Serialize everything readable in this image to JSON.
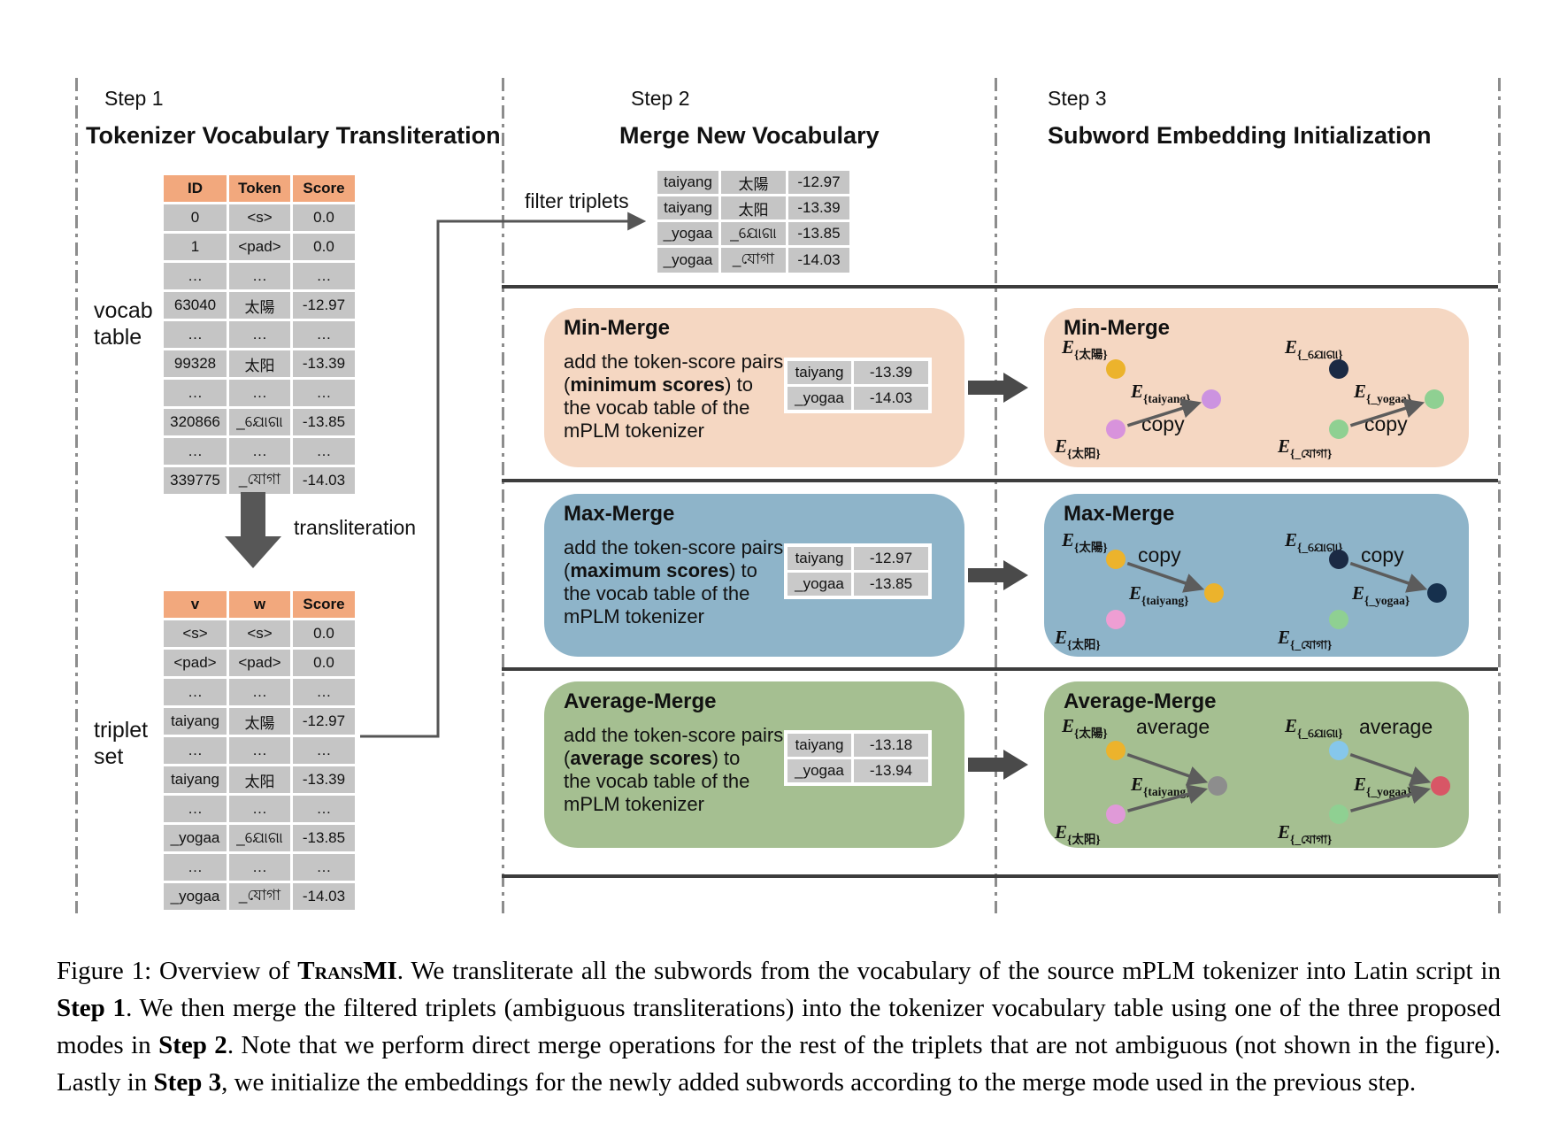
{
  "steps": [
    {
      "label": "Step 1",
      "title": "Tokenizer Vocabulary Transliteration"
    },
    {
      "label": "Step 2",
      "title": "Merge New Vocabulary"
    },
    {
      "label": "Step 3",
      "title": "Subword Embedding Initialization"
    }
  ],
  "step1": {
    "vocab_table": {
      "side_label": "vocab table",
      "headers": [
        "ID",
        "Token",
        "Score"
      ],
      "rows": [
        [
          "0",
          "<s>",
          "0.0"
        ],
        [
          "1",
          "<pad>",
          "0.0"
        ],
        [
          "…",
          "…",
          "…"
        ],
        [
          "63040",
          "太陽",
          "-12.97"
        ],
        [
          "…",
          "…",
          "…"
        ],
        [
          "99328",
          "太阳",
          "-13.39"
        ],
        [
          "…",
          "…",
          "…"
        ],
        [
          "320866",
          "_ଯୋଗା",
          "-13.85"
        ],
        [
          "…",
          "…",
          "…"
        ],
        [
          "339775",
          "_যোগা",
          "-14.03"
        ]
      ]
    },
    "transliteration_label": "transliteration",
    "triplet_table": {
      "side_label": "triplet set",
      "headers": [
        "v",
        "w",
        "Score"
      ],
      "rows": [
        [
          "<s>",
          "<s>",
          "0.0"
        ],
        [
          "<pad>",
          "<pad>",
          "0.0"
        ],
        [
          "…",
          "…",
          "…"
        ],
        [
          "taiyang",
          "太陽",
          "-12.97"
        ],
        [
          "…",
          "…",
          "…"
        ],
        [
          "taiyang",
          "太阳",
          "-13.39"
        ],
        [
          "…",
          "…",
          "…"
        ],
        [
          "_yogaa",
          "_ଯୋଗା",
          "-13.85"
        ],
        [
          "…",
          "…",
          "…"
        ],
        [
          "_yogaa",
          "_যোগা",
          "-14.03"
        ]
      ]
    }
  },
  "step2": {
    "filter_label": "filter triplets",
    "filtered_table": {
      "rows": [
        [
          "taiyang",
          "太陽",
          "-12.97"
        ],
        [
          "taiyang",
          "太阳",
          "-13.39"
        ],
        [
          "_yogaa",
          "_ଯୋଗା",
          "-13.85"
        ],
        [
          "_yogaa",
          "_যোগা",
          "-14.03"
        ]
      ]
    },
    "modes": [
      {
        "name": "Min-Merge",
        "color": "#f5d7c2",
        "desc_lines": [
          [
            {
              "t": "add the token-score pairs"
            }
          ],
          [
            {
              "t": "("
            },
            {
              "t": "minimum scores",
              "b": true
            },
            {
              "t": ") to"
            }
          ],
          [
            {
              "t": "the vocab table of the"
            }
          ],
          [
            {
              "t": "mPLM tokenizer"
            }
          ]
        ],
        "pairs": [
          [
            "taiyang",
            "-13.39"
          ],
          [
            "_yogaa",
            "-14.03"
          ]
        ]
      },
      {
        "name": "Max-Merge",
        "color": "#8eb4c9",
        "desc_lines": [
          [
            {
              "t": "add the token-score pairs"
            }
          ],
          [
            {
              "t": "("
            },
            {
              "t": "maximum scores",
              "b": true
            },
            {
              "t": ") to"
            }
          ],
          [
            {
              "t": "the vocab table of the"
            }
          ],
          [
            {
              "t": "mPLM tokenizer"
            }
          ]
        ],
        "pairs": [
          [
            "taiyang",
            "-12.97"
          ],
          [
            "_yogaa",
            "-13.85"
          ]
        ]
      },
      {
        "name": "Average-Merge",
        "color": "#a5bf91",
        "desc_lines": [
          [
            {
              "t": "add the token-score pairs"
            }
          ],
          [
            {
              "t": "("
            },
            {
              "t": "average scores",
              "b": true
            },
            {
              "t": ") to"
            }
          ],
          [
            {
              "t": "the vocab table of the"
            }
          ],
          [
            {
              "t": "mPLM tokenizer"
            }
          ]
        ],
        "pairs": [
          [
            "taiyang",
            "-13.18"
          ],
          [
            "_yogaa",
            "-13.94"
          ]
        ]
      }
    ]
  },
  "step3": {
    "panels": [
      {
        "name": "Min-Merge",
        "bg": "#f5d7c2",
        "op": "copy",
        "groups": [
          {
            "top": {
              "token": "太陽",
              "color": "#ecb32c"
            },
            "bottom": {
              "token": "太阳",
              "color": "#d893dc"
            },
            "target": {
              "token": "taiyang",
              "color": "#cc93e0"
            },
            "arrows": [
              "bottom"
            ]
          },
          {
            "top": {
              "token": "_ଯୋଗା",
              "color": "#1b2a44"
            },
            "bottom": {
              "token": "_যোগা",
              "color": "#8fd092"
            },
            "target": {
              "token": "_yogaa",
              "color": "#8fd092"
            },
            "arrows": [
              "bottom"
            ]
          }
        ]
      },
      {
        "name": "Max-Merge",
        "bg": "#8eb4c9",
        "op": "copy",
        "groups": [
          {
            "top": {
              "token": "太陽",
              "color": "#ecb32c"
            },
            "bottom": {
              "token": "太阳",
              "color": "#ee9ed3"
            },
            "target": {
              "token": "taiyang",
              "color": "#ecb32c"
            },
            "arrows": [
              "top"
            ]
          },
          {
            "top": {
              "token": "_ଯୋଗା",
              "color": "#1b2a44"
            },
            "bottom": {
              "token": "_যোগা",
              "color": "#8fd092"
            },
            "target": {
              "token": "_yogaa",
              "color": "#16304d"
            },
            "arrows": [
              "top"
            ]
          }
        ]
      },
      {
        "name": "Average-Merge",
        "bg": "#a5bf91",
        "op": "average",
        "groups": [
          {
            "top": {
              "token": "太陽",
              "color": "#ecb32c"
            },
            "bottom": {
              "token": "太阳",
              "color": "#e09ad8"
            },
            "target": {
              "token": "taiyang",
              "color": "#8d8d8d"
            },
            "arrows": [
              "top",
              "bottom"
            ]
          },
          {
            "top": {
              "token": "_ଯୋଗା",
              "color": "#86c7eb"
            },
            "bottom": {
              "token": "_যোগা",
              "color": "#8fd092"
            },
            "target": {
              "token": "_yogaa",
              "color": "#d85666"
            },
            "arrows": [
              "top",
              "bottom"
            ]
          }
        ]
      }
    ]
  },
  "caption": {
    "segments": [
      {
        "t": "Figure 1: Overview of "
      },
      {
        "t": "Trans",
        "b": true,
        "sc": true
      },
      {
        "t": "MI",
        "b": true
      },
      {
        "t": ". We transliterate all the subwords from the vocabulary of the source mPLM tokenizer into Latin script in "
      },
      {
        "t": "Step 1",
        "b": true
      },
      {
        "t": ".  We then merge the filtered triplets (ambiguous transliterations) into the tokenizer vocabulary table using one of the three proposed modes in "
      },
      {
        "t": "Step 2",
        "b": true
      },
      {
        "t": ". Note that we perform direct merge operations for the rest of the triplets that are not ambiguous (not shown in the figure). Lastly in "
      },
      {
        "t": "Step 3",
        "b": true
      },
      {
        "t": ", we initialize the embeddings for the newly added subwords according to the merge mode used in the previous step."
      }
    ]
  }
}
